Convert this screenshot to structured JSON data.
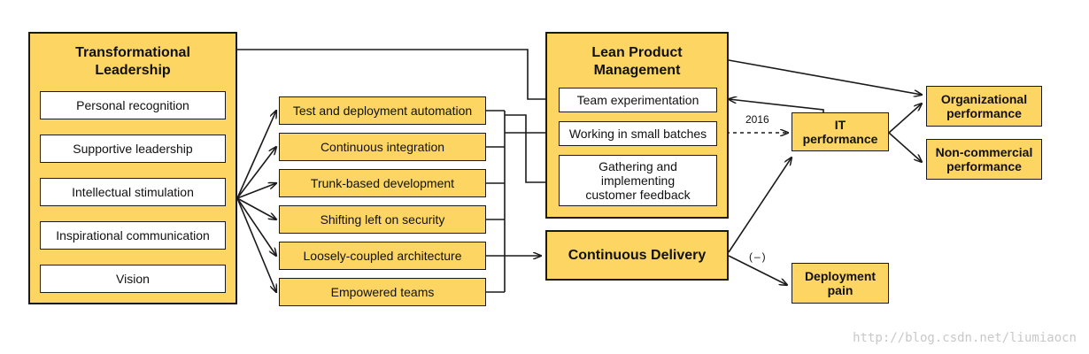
{
  "transformational": {
    "title": "Transformational\nLeadership",
    "items": [
      "Personal recognition",
      "Supportive leadership",
      "Intellectual stimulation",
      "Inspirational communication",
      "Vision"
    ]
  },
  "practices": [
    "Test and deployment automation",
    "Continuous integration",
    "Trunk-based development",
    "Shifting left on security",
    "Loosely-coupled architecture",
    "Empowered teams"
  ],
  "lean": {
    "title": "Lean Product\nManagement",
    "items": [
      "Team experimentation",
      "Working in small batches",
      "Gathering and\nimplementing\ncustomer feedback"
    ]
  },
  "continuous_delivery": "Continuous Delivery",
  "it_performance": "IT\nperformance",
  "deployment_pain": "Deployment\npain",
  "organizational": "Organizational\nperformance",
  "noncommercial": "Non-commercial\nperformance",
  "edge_labels": {
    "year": "2016",
    "negative": "(–)"
  },
  "watermark": "http://blog.csdn.net/liumiaocn",
  "colors": {
    "box_fill": "#fcd563",
    "border": "#1a1a1a",
    "watermark": "#c8c8c8"
  }
}
